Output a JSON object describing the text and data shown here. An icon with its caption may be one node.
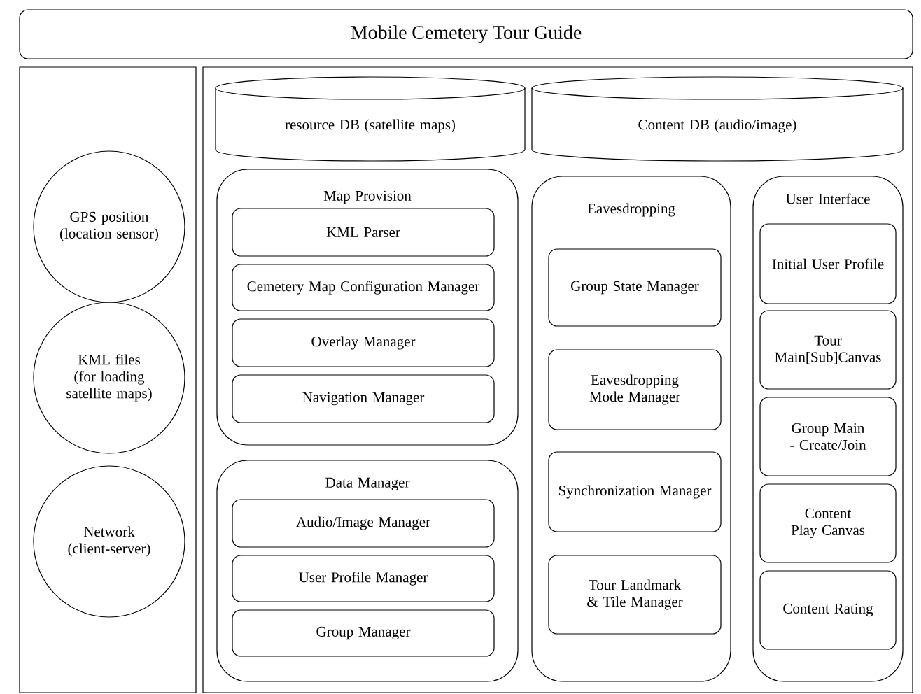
{
  "diagram": {
    "nodes": [
      {
        "text": [
          "Mobile Cemetery Tour Guide"
        ]
      },
      {
        "text": [],
        "shape": "box"
      },
      {
        "text": [
          "GPS position (location sensor)"
        ],
        "in": 1
      },
      {
        "text": [
          "KML files (for loading satellite maps)"
        ],
        "in": 1
      },
      {
        "text": [
          "Network (client-server)"
        ],
        "in": 1
      },
      {
        "text": [],
        "shape": "box"
      },
      {
        "text": [
          "resource DB (satellite maps)"
        ],
        "in": 5
      },
      {
        "text": [
          "Content DB (audio/image)"
        ],
        "in": 5
      },
      {
        "text": [
          "Map Provision"
        ],
        "in": 5
      },
      {
        "text": [
          "KML Parser"
        ],
        "in": 8
      },
      {
        "text": [
          "Cemetery Map Configuration Manager"
        ],
        "in": 8
      },
      {
        "text": [
          "Overlay Manager"
        ],
        "in": 8
      },
      {
        "text": [
          "Navigation Manager"
        ],
        "in": 8
      },
      {
        "text": [
          "Data Manager"
        ],
        "in": 5
      },
      {
        "text": [
          "Audio/Image Manager"
        ],
        "in": 13
      },
      {
        "text": [
          "User Profile Manager"
        ],
        "in": 13
      },
      {
        "text": [
          "Group Manager"
        ],
        "in": 13
      },
      {
        "text": [
          "Eavesdropping"
        ],
        "in": 5
      },
      {
        "text": [
          "Group State Manager"
        ],
        "in": 17
      },
      {
        "text": [
          "Eavesdropping Mode Manager"
        ],
        "in": 17
      },
      {
        "text": [
          "Synchronization Manager"
        ],
        "in": 17
      },
      {
        "text": [
          "Tour Landmark & Tile Manager"
        ],
        "in": 17
      },
      {
        "text": [
          "User Interface"
        ],
        "in": 5
      },
      {
        "text": [
          "Initial User Profile"
        ],
        "in": 22
      },
      {
        "text": [
          "Tour Main[Sub]Canvas"
        ],
        "in": 22
      },
      {
        "text": [
          "Group Main - Create/Join"
        ],
        "in": 22
      },
      {
        "text": [
          "Content Play Canvas"
        ],
        "in": 22
      },
      {
        "text": [
          "Content Rating"
        ],
        "in": 22
      }
    ]
  }
}
